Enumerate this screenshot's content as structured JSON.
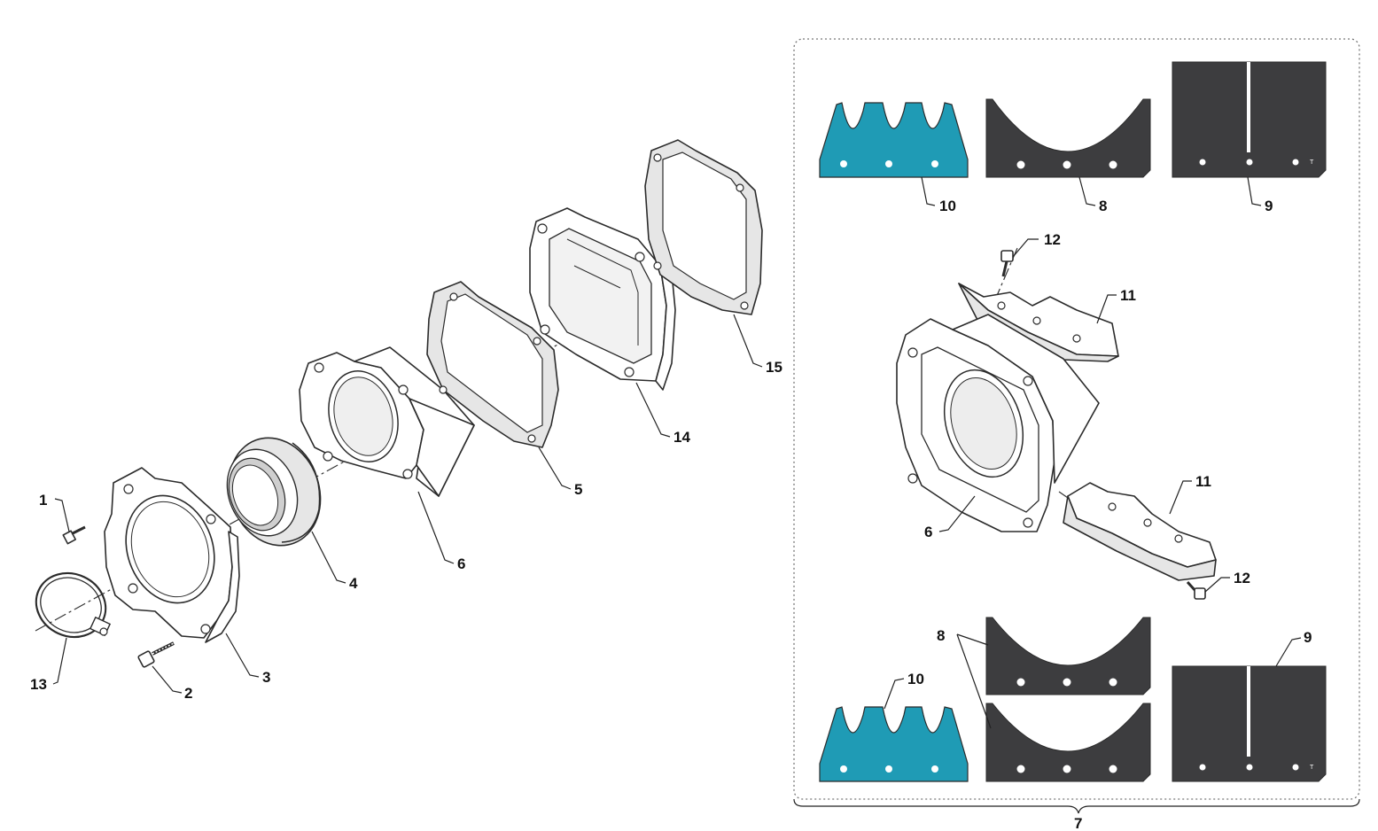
{
  "colors": {
    "reed_blue": "#1f9bb5",
    "reed_dark": "#3d3d3f",
    "line": "#2b2b2b",
    "gasket_grey": "#d9d9d9"
  },
  "labels": {
    "n1": "1",
    "n2": "2",
    "n3": "3",
    "n4": "4",
    "n5": "5",
    "n6": "6",
    "n13": "13",
    "n14": "14",
    "n15": "15",
    "k10_top": "10",
    "k8_top": "8",
    "k9_top": "9",
    "k12_top": "12",
    "k11_top": "11",
    "k11_bot": "11",
    "k6": "6",
    "k12_bot": "12",
    "k8_bot": "8",
    "k10_bot": "10",
    "k9_bot": "9",
    "k7": "7"
  }
}
